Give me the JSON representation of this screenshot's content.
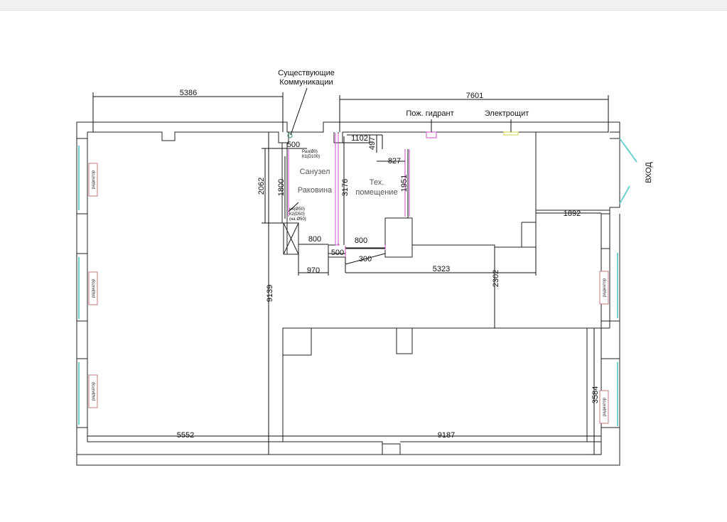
{
  "colors": {
    "wall": "#222222",
    "window": "#6fd0d0",
    "pipe": "#d04ad0",
    "radiator": "#c07a7a",
    "panel": "#e0e080"
  },
  "labels": {
    "communications_line1": "Существующие",
    "communications_line2": "Коммуникации",
    "hydrant": "Пож. гидрант",
    "panel": "Электрощит",
    "entrance": "ВХОД",
    "bathroom": "Санузел",
    "sink": "Раковина",
    "tech_room_line1": "Тех.",
    "tech_room_line2": "помещение",
    "radiator": "радиатор",
    "pipe_k1_top": "Раз(Ø0)",
    "pipe_k1": "К1(D100)",
    "pipe_k2_top": "н4(Ø50)",
    "pipe_k2": "К2(D50)",
    "pipe_k2_bottom": "(на Ø50)"
  },
  "dimensions": {
    "d5386": "5386",
    "d7601": "7601",
    "d500_top": "500",
    "d1102": "1102",
    "d497": "497",
    "d827": "827",
    "d2062": "2062",
    "d1800": "1800",
    "d3176": "3176",
    "d1951": "1951",
    "d800_a": "800",
    "d800_b": "800",
    "d500_mid": "500",
    "d300": "300",
    "d970": "970",
    "d5323": "5323",
    "d1892": "1892",
    "d2302": "2302",
    "d9139": "9139",
    "d3584": "3584",
    "d5552": "5552",
    "d9187": "9187"
  }
}
